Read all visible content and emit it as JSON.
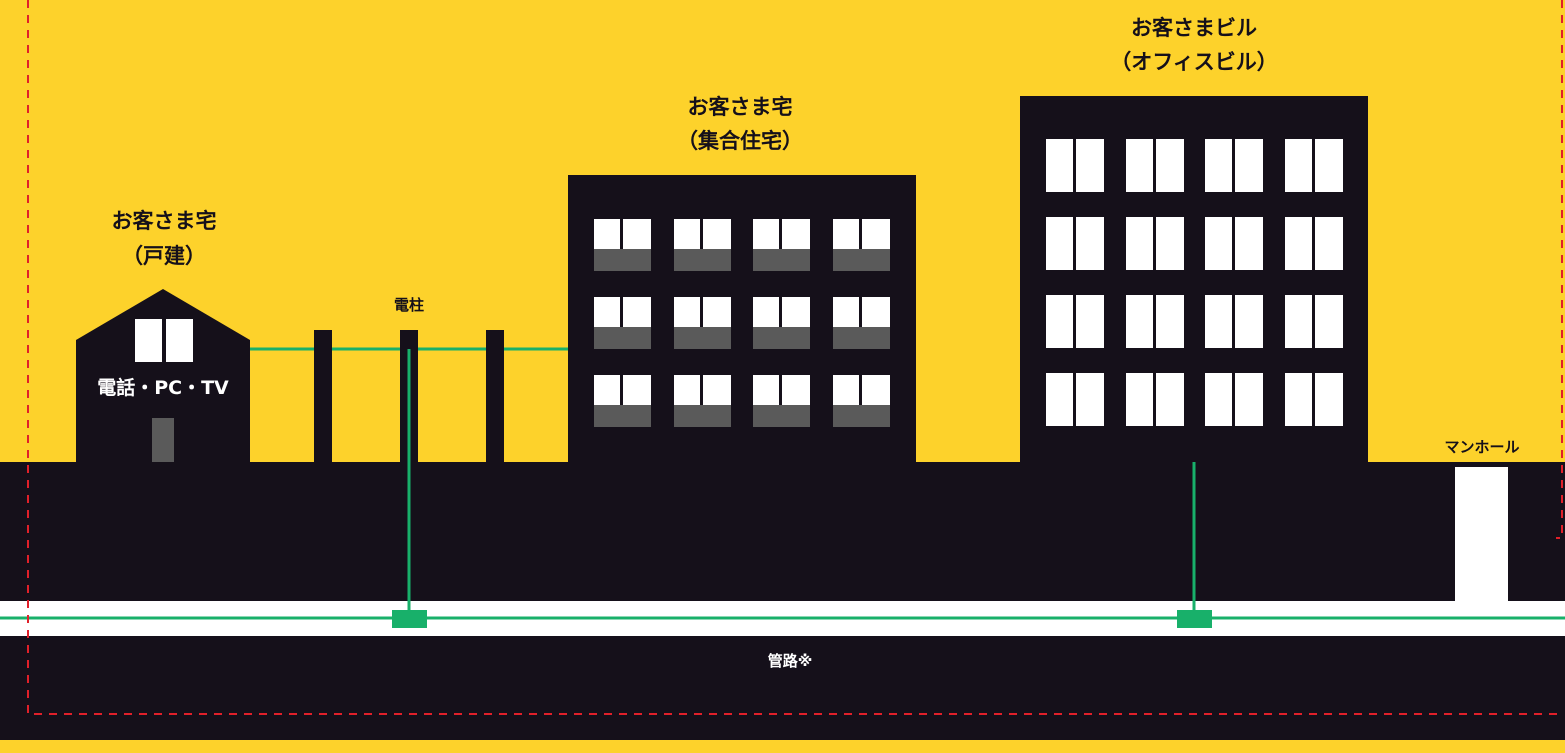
{
  "colors": {
    "background": "#fdd22b",
    "ground": "#15101a",
    "building": "#15101a",
    "window": "#ffffff",
    "window_shade": "#5a5a5a",
    "line": "#18b06a",
    "dashed_border": "#e0202a",
    "pipe": "#ffffff"
  },
  "labels": {
    "house_title": "お客さま宅",
    "house_sub": "（戸建）",
    "house_devices": "電話・PC・TV",
    "pole": "電柱",
    "apartment_title": "お客さま宅",
    "apartment_sub": "（集合住宅）",
    "office_title": "お客さまビル",
    "office_sub": "（オフィスビル）",
    "manhole": "マンホール",
    "conduit": "管路※"
  },
  "icons": [
    "house-icon",
    "utility-pole-icon",
    "apartment-building-icon",
    "office-building-icon",
    "manhole-icon",
    "connection-box-icon"
  ]
}
